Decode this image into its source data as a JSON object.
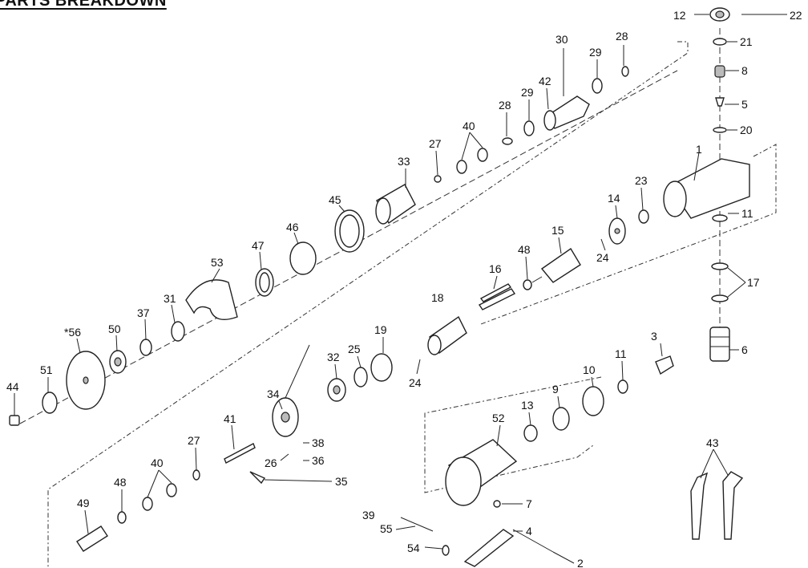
{
  "title": "PARTS BREAKDOWN",
  "labels": {
    "p1": "1",
    "p2": "2",
    "p3": "3",
    "p4": "4",
    "p5": "5",
    "p6": "6",
    "p7": "7",
    "p8": "8",
    "p9": "9",
    "p10": "10",
    "p11a": "11",
    "p11b": "11",
    "p12": "12",
    "p13": "13",
    "p14": "14",
    "p15": "15",
    "p16": "16",
    "p17": "17",
    "p18": "18",
    "p19": "19",
    "p20": "20",
    "p21": "21",
    "p22": "22",
    "p23": "23",
    "p24a": "24",
    "p24b": "24",
    "p25": "25",
    "p26": "26",
    "p27a": "27",
    "p27b": "27",
    "p28a": "28",
    "p28b": "28",
    "p29a": "29",
    "p29b": "29",
    "p30": "30",
    "p31": "31",
    "p32": "32",
    "p33": "33",
    "p34": "34",
    "p35": "35",
    "p36": "36",
    "p37": "37",
    "p38": "38",
    "p39": "39",
    "p40a": "40",
    "p40b": "40",
    "p41": "41",
    "p42": "42",
    "p43": "43",
    "p44": "44",
    "p45": "45",
    "p46": "46",
    "p47": "47",
    "p48a": "48",
    "p48b": "48",
    "p49": "49",
    "p50": "50",
    "p51": "51",
    "p52": "52",
    "p53": "53",
    "p54": "54",
    "p55": "55",
    "p56": "*56"
  }
}
